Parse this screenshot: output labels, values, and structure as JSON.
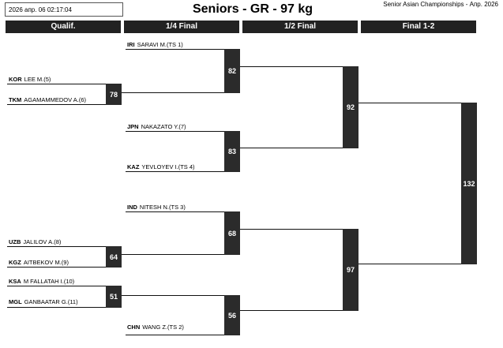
{
  "header": {
    "datetime": "2026 апр. 06 02:17:04",
    "title": "Seniors - GR - 97 kg",
    "event": "Senior Asian Championships - Апр. 2026"
  },
  "rounds": [
    "Qualif.",
    "1/4 Final",
    "1/2 Final",
    "Final 1-2"
  ],
  "athletes": [
    {
      "country": "IRI",
      "name": "SARAVI M.(TS 1)"
    },
    {
      "country": "KOR",
      "name": "LEE M.(5)"
    },
    {
      "country": "TKM",
      "name": "AGAMAMMEDOV A.(6)"
    },
    {
      "country": "JPN",
      "name": "NAKAZATO Y.(7)"
    },
    {
      "country": "KAZ",
      "name": "YEVLOYEV I.(TS 4)"
    },
    {
      "country": "IND",
      "name": "NITESH N.(TS 3)"
    },
    {
      "country": "UZB",
      "name": "JALILOV A.(8)"
    },
    {
      "country": "KGZ",
      "name": "AITBEKOV M.(9)"
    },
    {
      "country": "KSA",
      "name": "M FALLATAH I.(10)"
    },
    {
      "country": "MGL",
      "name": "GANBAATAR G.(11)"
    },
    {
      "country": "CHN",
      "name": "WANG Z.(TS 2)"
    }
  ],
  "bouts": [
    "78",
    "64",
    "51",
    "82",
    "83",
    "68",
    "56",
    "92",
    "97",
    "132"
  ]
}
